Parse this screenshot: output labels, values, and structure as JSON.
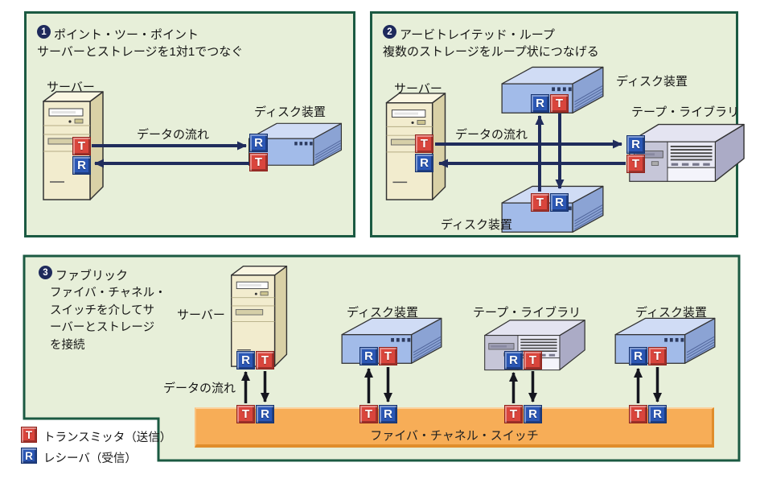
{
  "colors": {
    "panel_bg": "#e7efd9",
    "panel_border": "#1b5a42",
    "arrow": "#202c5c",
    "arrow_dark": "#15161f",
    "transmitter_red": "#d9453c",
    "receiver_blue": "#2b57b5",
    "switch_orange": "#f7ad57"
  },
  "chips": {
    "transmitter": "T",
    "receiver": "R"
  },
  "panels": {
    "p1": {
      "badge": "1",
      "title": "ポイント・ツー・ポイント",
      "subtitle": "サーバーとストレージを1対1でつなぐ",
      "server_label": "サーバー",
      "disk_label": "ディスク装置",
      "flow_label": "データの流れ"
    },
    "p2": {
      "badge": "2",
      "title": "アービトレイテッド・ループ",
      "subtitle": "複数のストレージをループ状につなげる",
      "server_label": "サーバー",
      "disk_top_label": "ディスク装置",
      "tape_label": "テープ・ライブラリ",
      "disk_bottom_label": "ディスク装置",
      "flow_label": "データの流れ"
    },
    "p3": {
      "badge": "3",
      "title": "ファブリック",
      "subtitle": "ファイバ・チャネル・\nスイッチを介してサ\nーバーとストレージ\nを接続",
      "server_label": "サーバー",
      "disk1_label": "ディスク装置",
      "tape_label": "テープ・ライブラリ",
      "disk2_label": "ディスク装置",
      "flow_label": "データの流れ",
      "switch_label": "ファイバ・チャネル・スイッチ"
    }
  },
  "legend": {
    "items": [
      {
        "chip": "T",
        "label": "トランスミッタ（送信）"
      },
      {
        "chip": "R",
        "label": "レシーバ（受信）"
      }
    ]
  }
}
